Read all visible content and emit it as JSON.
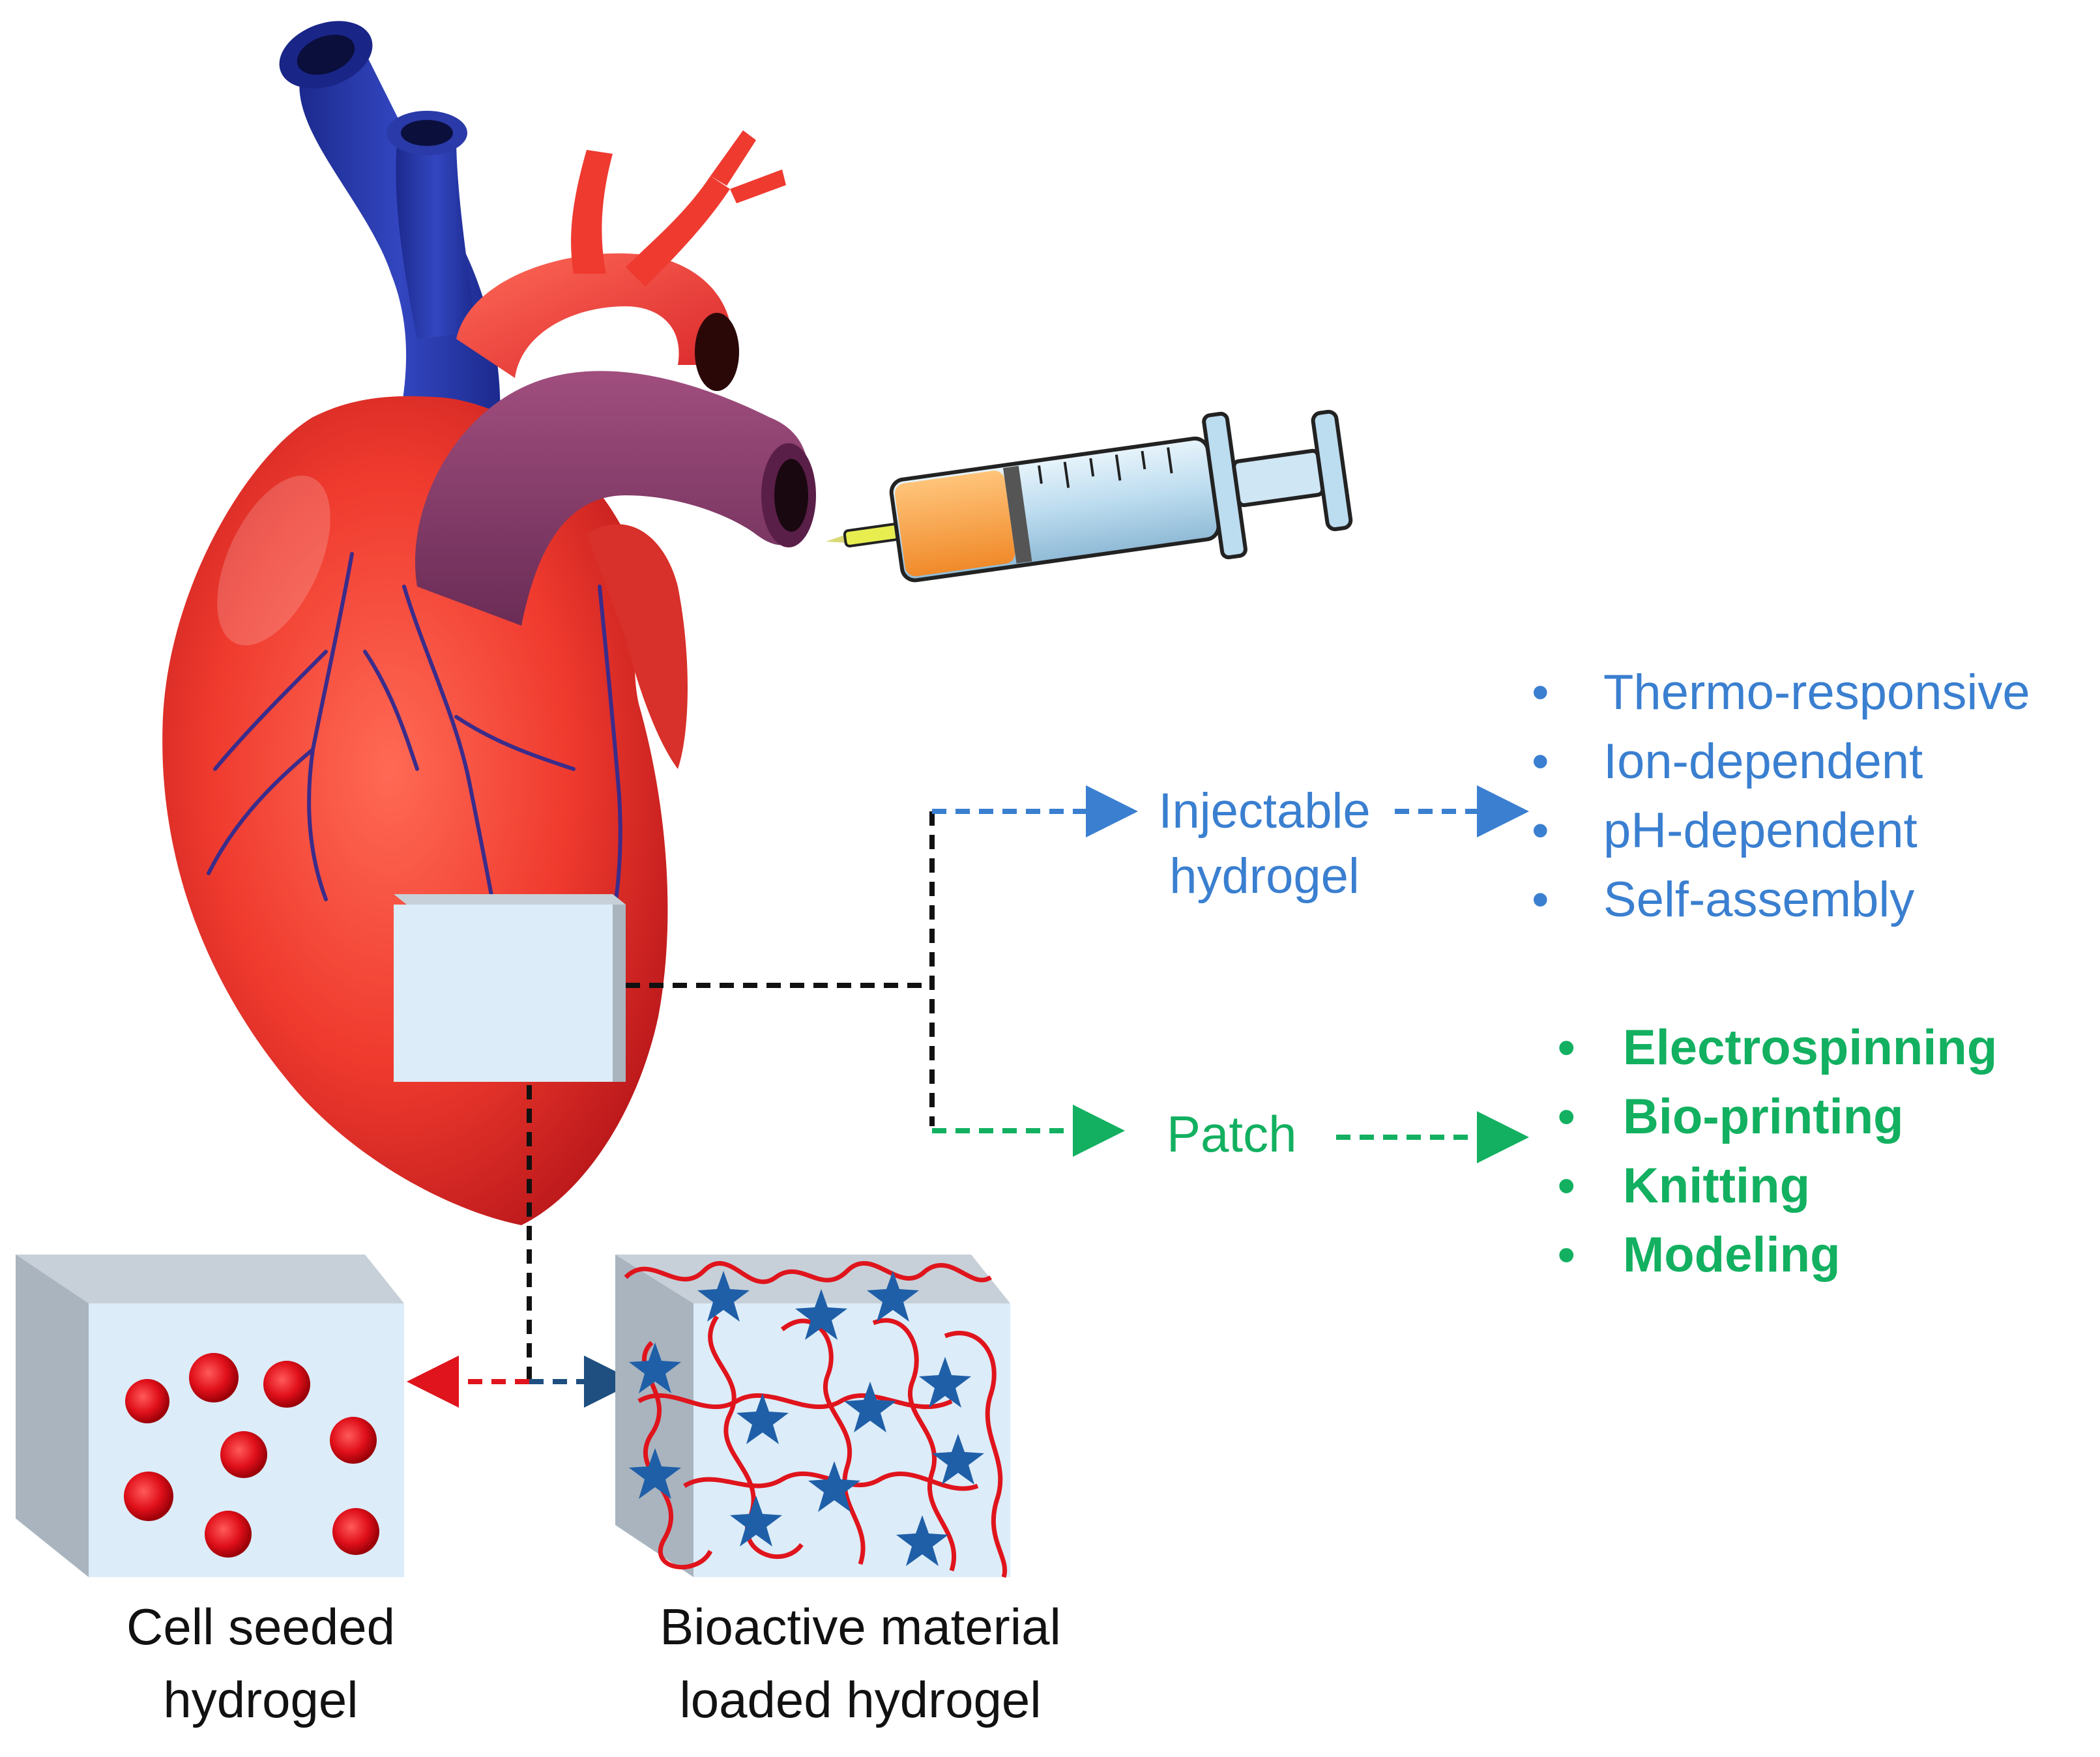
{
  "labels": {
    "injectable": "Injectable\nhydrogel",
    "patch": "Patch",
    "cell_seeded": "Cell seeded\nhydrogel",
    "bioactive": "Bioactive material\nloaded hydrogel"
  },
  "injectable_methods": [
    "Thermo-responsive",
    "Ion-dependent",
    "pH-dependent",
    "Self-assembly"
  ],
  "patch_methods": [
    "Electrospinning",
    "Bio-printing",
    "Knitting",
    "Modeling"
  ],
  "bullet_char": "•",
  "colors": {
    "injectable": "#3a7fd0",
    "patch": "#12b060",
    "heart": "#e8342c",
    "vein": "#2a3aa8",
    "pulmonary": "#8a3a6a",
    "gel_face": "#dcecf8",
    "gel_side": "#a9b4bf",
    "cell": "#d8101a",
    "star": "#1f5fa8",
    "fiber": "#e0141c"
  },
  "icons": [
    "heart-illustration",
    "syringe-icon",
    "patch-square",
    "cell-seeded-cube",
    "bioactive-cube"
  ]
}
